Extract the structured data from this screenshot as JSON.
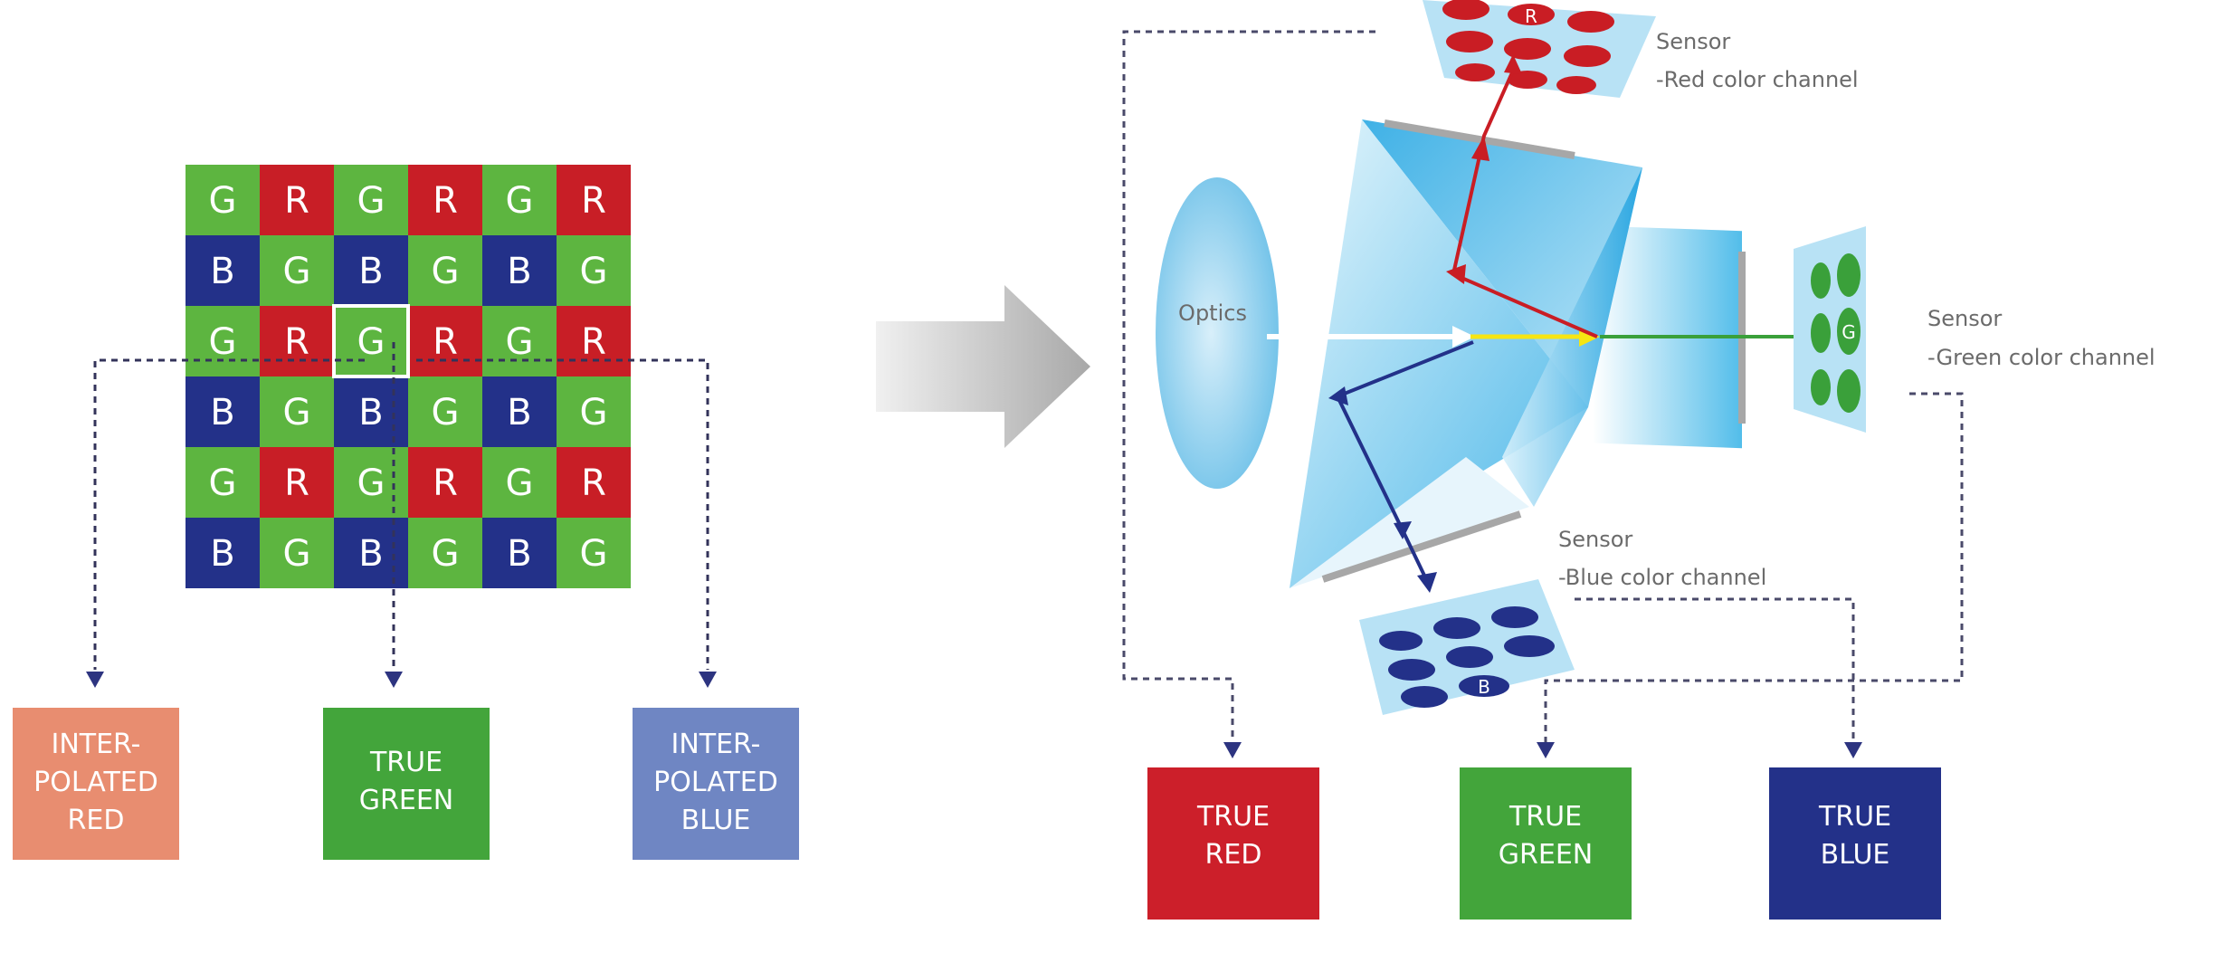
{
  "bayer": {
    "grid": [
      [
        "G",
        "R",
        "G",
        "R",
        "G",
        "R"
      ],
      [
        "B",
        "G",
        "B",
        "G",
        "B",
        "G"
      ],
      [
        "G",
        "R",
        "G",
        "R",
        "G",
        "R"
      ],
      [
        "B",
        "G",
        "B",
        "G",
        "B",
        "G"
      ],
      [
        "G",
        "R",
        "G",
        "R",
        "G",
        "R"
      ],
      [
        "B",
        "G",
        "B",
        "G",
        "B",
        "G"
      ]
    ],
    "highlight_cell": [
      2,
      2
    ],
    "colors": {
      "G": "#5db540",
      "R": "#c81e26",
      "B": "#233189"
    },
    "outputs": [
      {
        "line1": "INTER-",
        "line2": "POLATED",
        "line3": "RED",
        "color": "#e88d70"
      },
      {
        "line1": "TRUE",
        "line2": "GREEN",
        "line3": "",
        "color": "#43a53b"
      },
      {
        "line1": "INTER-",
        "line2": "POLATED",
        "line3": "BLUE",
        "color": "#6f86c3"
      }
    ]
  },
  "prism": {
    "optics_label": "Optics",
    "sensor_red": {
      "title": "Sensor",
      "subtitle": "-Red color channel",
      "letter": "R"
    },
    "sensor_green": {
      "title": "Sensor",
      "subtitle": "-Green color channel",
      "letter": "G"
    },
    "sensor_blue": {
      "title": "Sensor",
      "subtitle": "-Blue color channel",
      "letter": "B"
    },
    "outputs": [
      {
        "line1": "TRUE",
        "line2": "RED",
        "color": "#cc1f2a"
      },
      {
        "line1": "TRUE",
        "line2": "GREEN",
        "color": "#43a53b"
      },
      {
        "line1": "TRUE",
        "line2": "BLUE",
        "color": "#233189"
      }
    ]
  },
  "icons": {
    "transition_arrow": "arrow-right-icon"
  }
}
